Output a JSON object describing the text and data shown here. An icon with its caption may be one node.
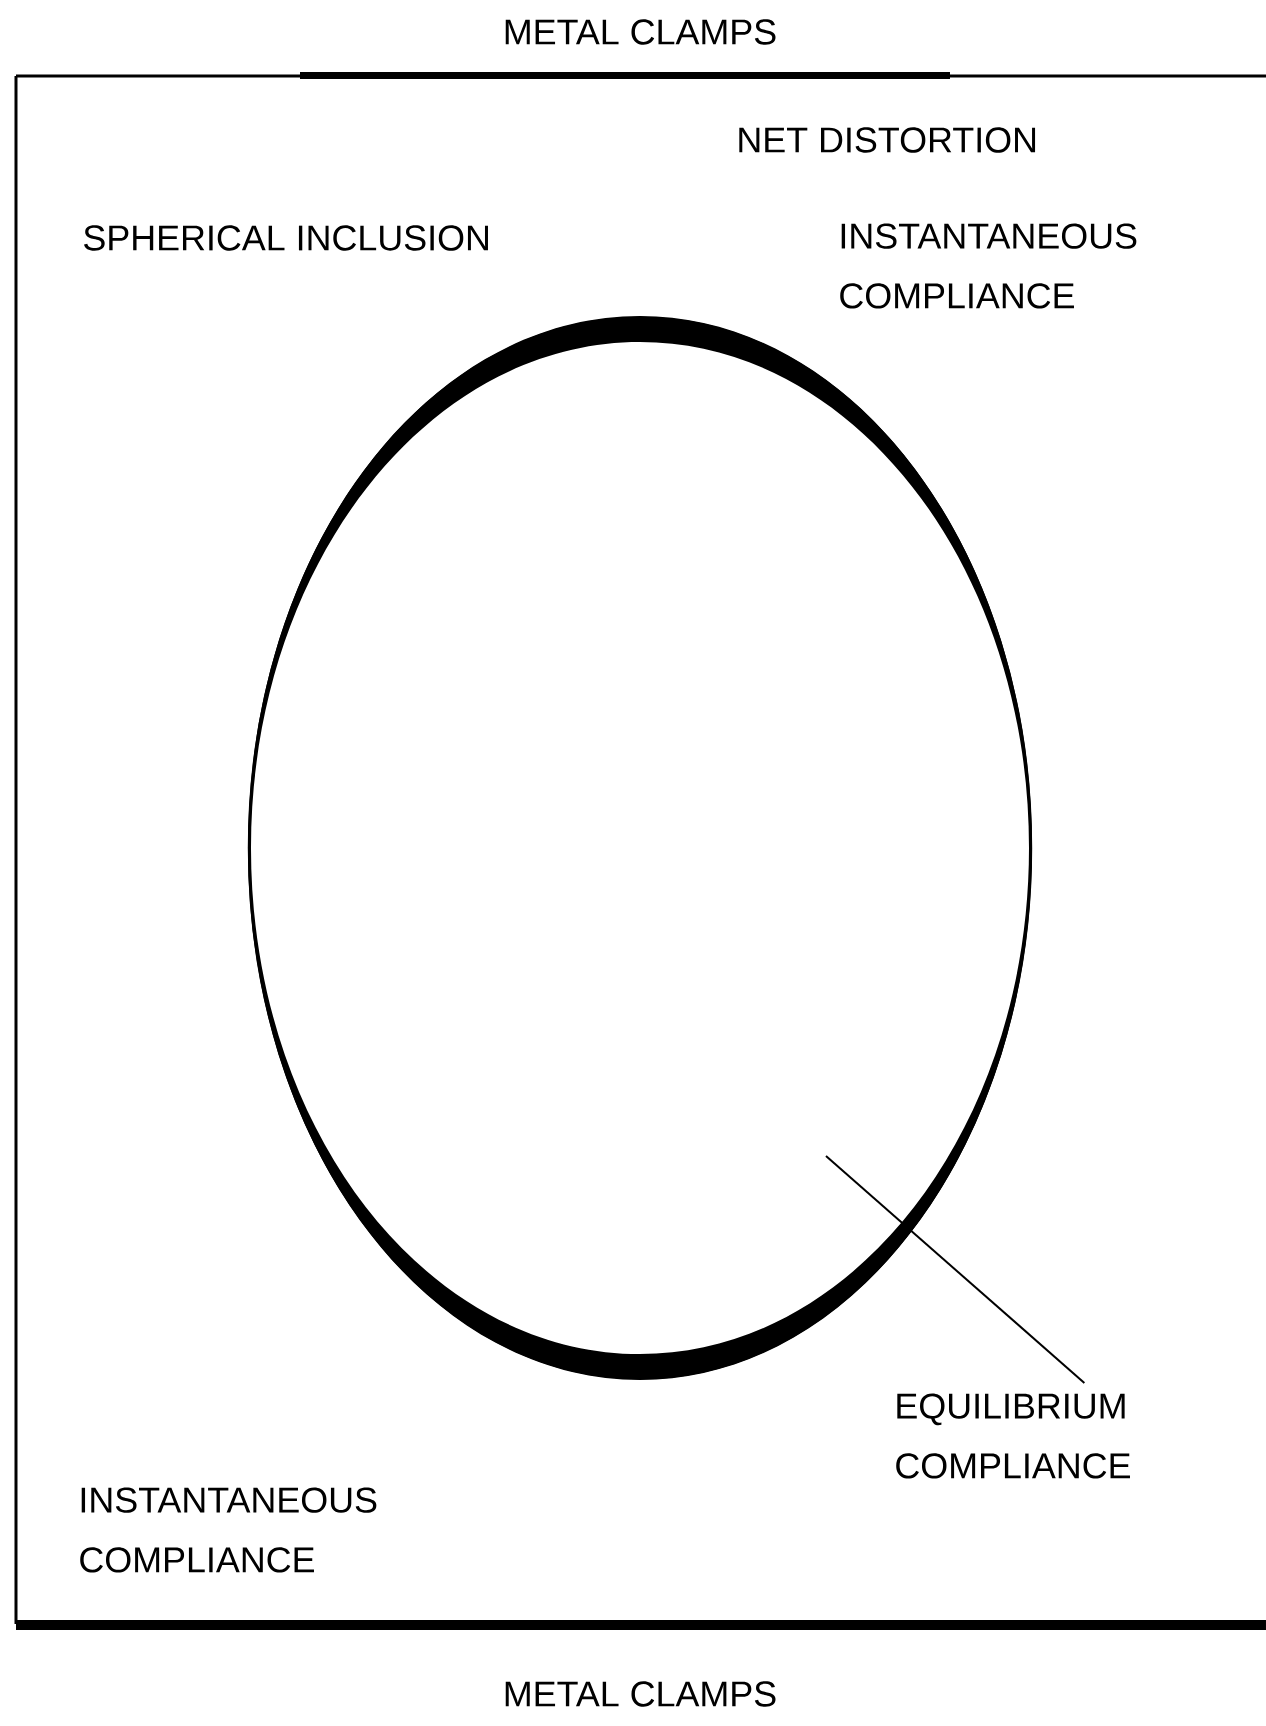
{
  "diagram": {
    "nodes": [
      {
        "text": [
          "EQUILIBRIUM COMPLIANCE"
        ]
      },
      {
        "text": [],
        "shape": "circle"
      }
    ],
    "edges": [
      {
        "from": 0,
        "to": 1,
        "arrow": "none"
      }
    ],
    "labels": [
      "METAL CLAMPS",
      "NET DISTORTION",
      "SPHERICAL INCLUSION",
      "INSTANTANEOUS COMPLIANCE",
      "INSTANTANEOUS COMPLIANCE",
      "METAL CLAMPS"
    ]
  }
}
